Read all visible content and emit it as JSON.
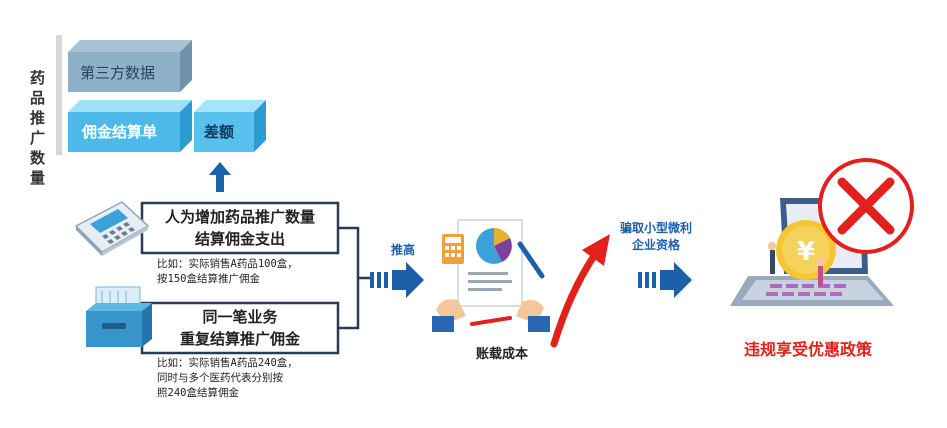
{
  "bar_chart": {
    "axis_label": "药品推广数量",
    "third_party_label": "第三方数据",
    "settlement_label": "佣金结算单",
    "difference_label": "差额"
  },
  "method_1": {
    "title_line1": "人为增加药品推广数量",
    "title_line2": "结算佣金支出",
    "note_line1": "比如：实际销售A药品100盒，",
    "note_line2": "按150盒结算推广佣金",
    "icon": "calculator-icon"
  },
  "method_2": {
    "title_line1": "同一笔业务",
    "title_line2": "重复结算推广佣金",
    "note_line1": "比如：实际销售A药品240盒，",
    "note_line2": "同时与多个医药代表分别按",
    "note_line3": "照240盒结算佣金",
    "icon": "file-drawer-icon"
  },
  "flow": {
    "push_label": "推高",
    "cost_label": "账载成本",
    "fraud_label_line1": "骗取小型微利",
    "fraud_label_line2": "企业资格",
    "result_label": "违规享受优惠政策"
  },
  "colors": {
    "blue": "#1d5fa8",
    "light_blue": "#5fc4ec",
    "red": "#e2211c",
    "border": "#2b3a55"
  }
}
